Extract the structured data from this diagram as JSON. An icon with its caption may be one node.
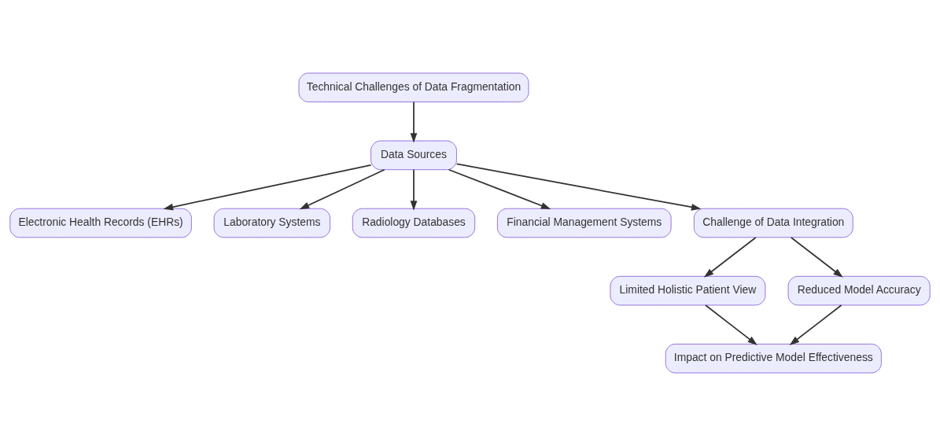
{
  "diagram": {
    "nodes": [
      {
        "text": [
          "Technical Challenges of Data Fragmentation"
        ]
      },
      {
        "text": [
          "Data Sources"
        ]
      },
      {
        "text": [
          "Electronic Health Records (EHRs)"
        ]
      },
      {
        "text": [
          "Laboratory Systems"
        ]
      },
      {
        "text": [
          "Radiology Databases"
        ]
      },
      {
        "text": [
          "Financial Management Systems"
        ]
      },
      {
        "text": [
          "Challenge of Data Integration"
        ]
      },
      {
        "text": [
          "Limited Holistic Patient View"
        ]
      },
      {
        "text": [
          "Reduced Model Accuracy"
        ]
      },
      {
        "text": [
          "Impact on Predictive Model Effectiveness"
        ]
      }
    ],
    "edges": [
      {
        "from": 0,
        "to": 1,
        "arrow": "to"
      },
      {
        "from": 1,
        "to": 2,
        "arrow": "to"
      },
      {
        "from": 1,
        "to": 3,
        "arrow": "to"
      },
      {
        "from": 1,
        "to": 4,
        "arrow": "to"
      },
      {
        "from": 1,
        "to": 5,
        "arrow": "to"
      },
      {
        "from": 1,
        "to": 6,
        "arrow": "to"
      },
      {
        "from": 6,
        "to": 7,
        "arrow": "to"
      },
      {
        "from": 6,
        "to": 8,
        "arrow": "to"
      },
      {
        "from": 7,
        "to": 9,
        "arrow": "to"
      },
      {
        "from": 8,
        "to": 9,
        "arrow": "to"
      }
    ]
  }
}
